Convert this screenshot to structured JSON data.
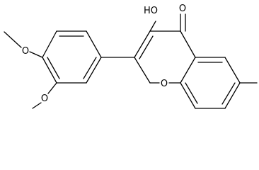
{
  "molecule": {
    "labels": {
      "hydroxyl": "HO",
      "carbonyl_oxygen": "O",
      "ring_oxygen": "O",
      "methoxy_top": "O",
      "methoxy_bottom": "O"
    },
    "line_color": "#000000",
    "background": "#ffffff"
  }
}
